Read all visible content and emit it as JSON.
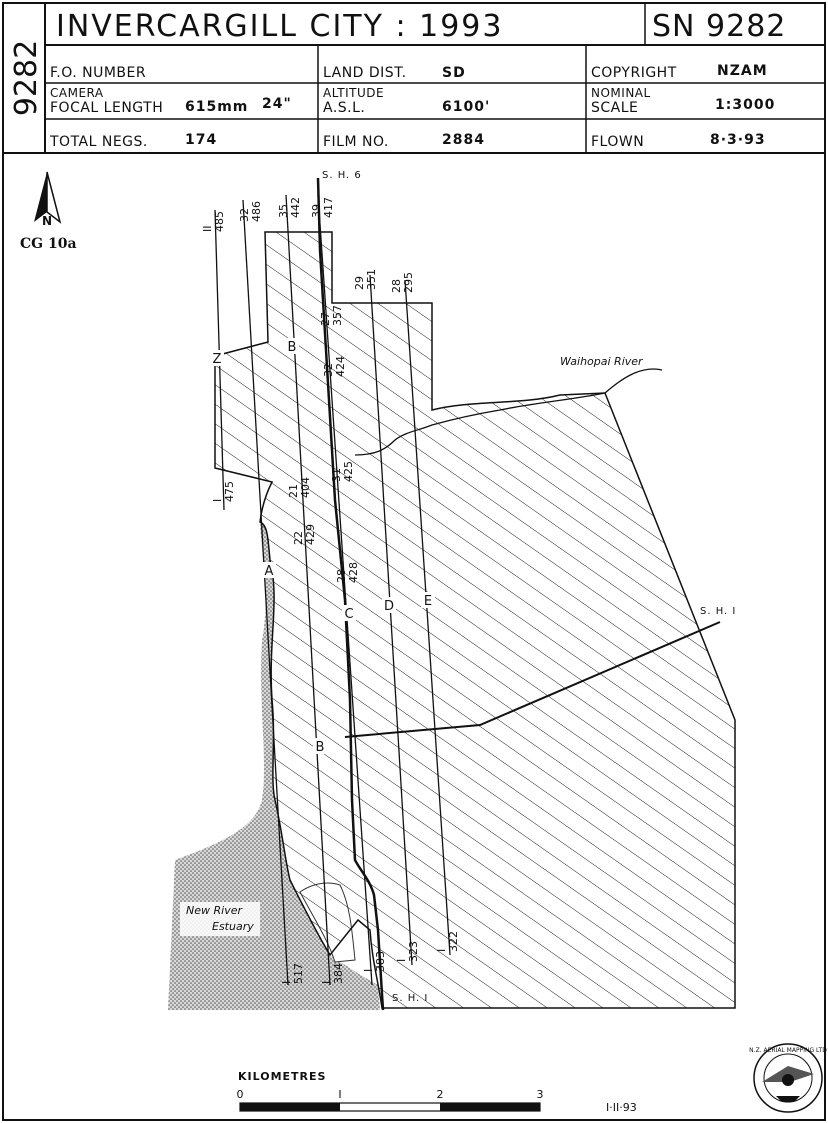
{
  "header": {
    "side_number": "9282",
    "title": "INVERCARGILL  CITY : 1993",
    "sn": "SN 9282",
    "fields": {
      "fo_number_label": "F.O. NUMBER",
      "fo_number_value": "",
      "land_dist_label": "LAND DIST.",
      "land_dist_value": "SD",
      "copyright_label": "COPYRIGHT",
      "copyright_value": "NZAM",
      "camera_label_1": "CAMERA",
      "camera_label_2": "FOCAL LENGTH",
      "focal_mm": "615mm",
      "focal_in": "24\"",
      "altitude_label_1": "ALTITUDE",
      "altitude_label_2": "A.S.L.",
      "altitude_value": "6100'",
      "scale_label_1": "NOMINAL",
      "scale_label_2": "SCALE",
      "scale_value": "1:3000",
      "total_negs_label": "TOTAL NEGS.",
      "total_negs_value": "174",
      "film_no_label": "FILM NO.",
      "film_no_value": "2884",
      "flown_label": "FLOWN",
      "flown_value": "8·3·93"
    }
  },
  "map": {
    "north_letter": "N",
    "cg_label": "CG 10a",
    "roads": {
      "sh6": "S. H. 6",
      "sh1_right": "S. H. I",
      "sh1_bottom": "S. H. I"
    },
    "river_label": "Waihopai River",
    "estuary_line1": "New River",
    "estuary_line2": "Estuary",
    "run_letters": {
      "z": "Z",
      "b_top": "B",
      "b_bottom": "B",
      "a": "A",
      "c": "C",
      "d": "D",
      "e": "E"
    },
    "frames": {
      "z_top_a": "II",
      "z_top_b": "485",
      "z_bot_a": "I",
      "z_bot_b": "475",
      "r32_a": "32",
      "r32_b": "486",
      "r35_a": "35",
      "r35_b": "442",
      "r39_a": "39",
      "r39_b": "417",
      "r29_a": "29",
      "r29_b": "351",
      "r28_a": "28",
      "r28_b": "295",
      "r27_a": "27",
      "r27_b": "357",
      "r32b_a": "32",
      "r32b_b": "424",
      "r21_a": "21",
      "r21_b": "404",
      "r31_a": "31",
      "r31_b": "425",
      "r22_a": "22",
      "r22_b": "429",
      "r28b_a": "28",
      "r28b_b": "428",
      "b1_a": "I",
      "b1_b": "517",
      "b2_a": "I",
      "b2_b": "384",
      "b3_a": "I",
      "b3_b": "383",
      "b4_a": "I",
      "b4_b": "323",
      "b5_a": "I",
      "b5_b": "322"
    },
    "scale_bar": {
      "title": "KILOMETRES",
      "ticks": [
        "0",
        "I",
        "2",
        "3"
      ]
    },
    "date_stamp": "I·II·93",
    "logo_text": "N.Z. AERIAL MAPPING LTD"
  }
}
